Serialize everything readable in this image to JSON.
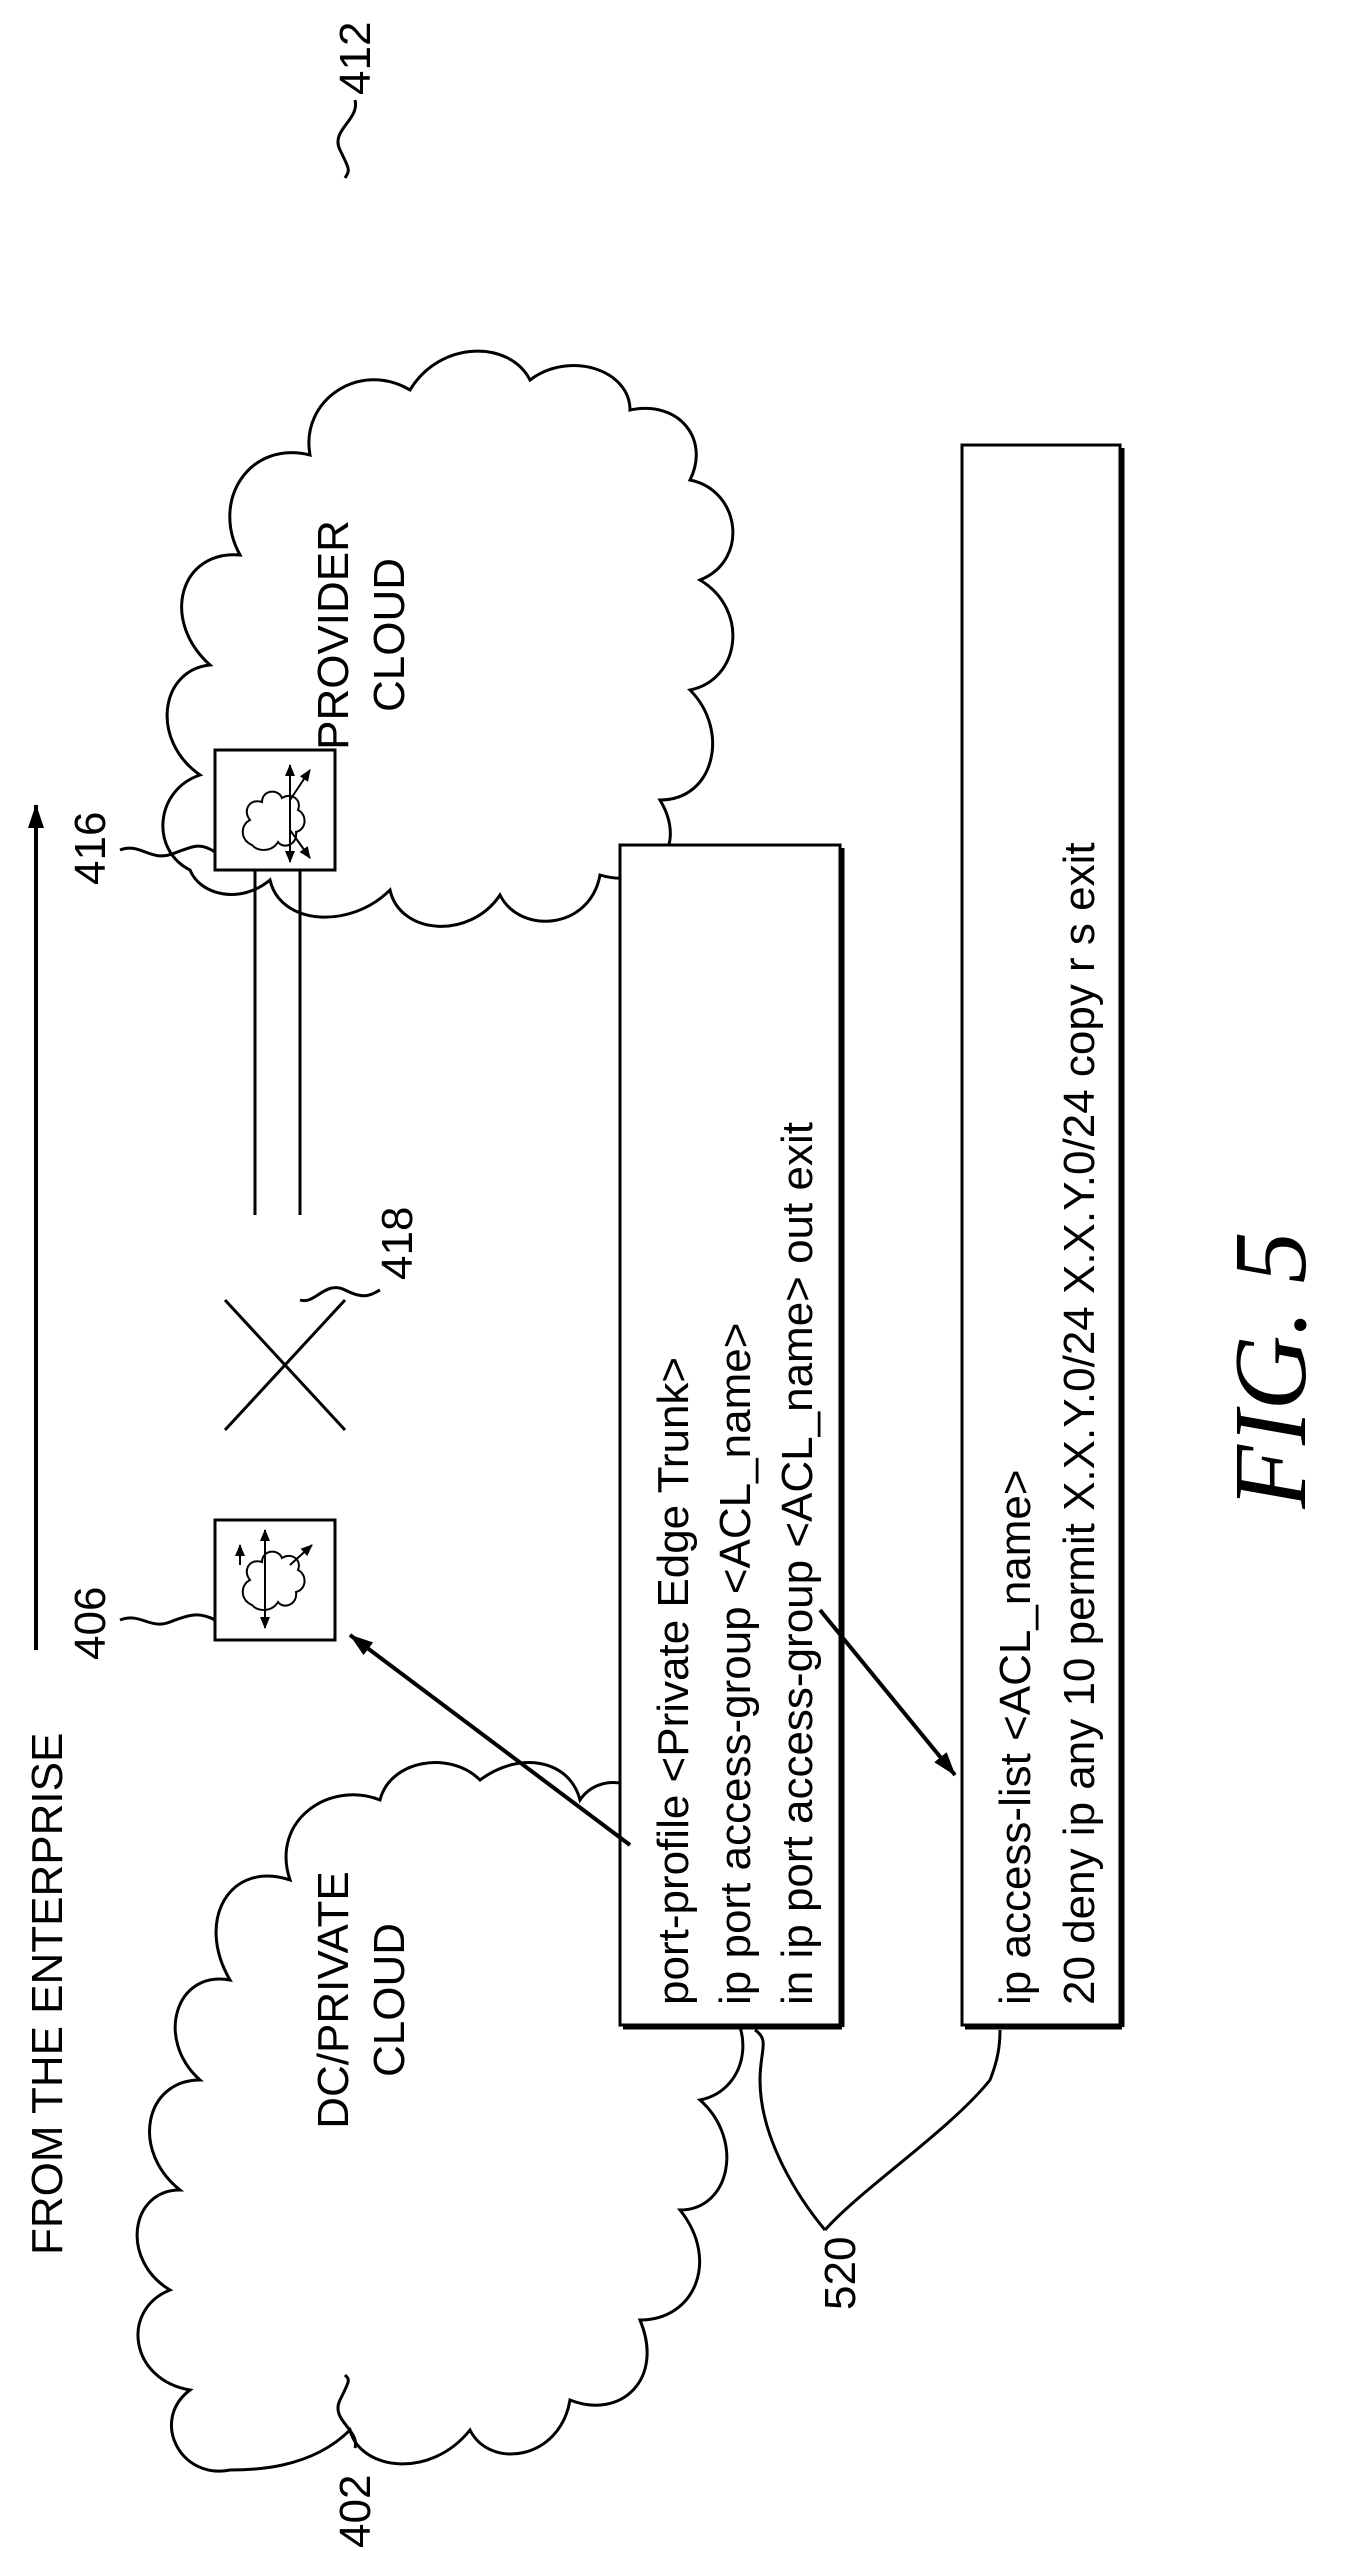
{
  "diagram": {
    "direction_label": "FROM THE ENTERPRISE",
    "clouds": {
      "private": {
        "ref": "402",
        "label_line1": "DC/PRIVATE",
        "label_line2": "CLOUD"
      },
      "provider": {
        "ref": "412",
        "label_line1": "PROVIDER",
        "label_line2": "CLOUD"
      }
    },
    "edge_devices": {
      "private_edge": {
        "ref": "406"
      },
      "provider_edge": {
        "ref": "416"
      }
    },
    "link": {
      "ref": "418"
    },
    "config_group": {
      "ref": "520"
    },
    "config_box_1": {
      "line1": "port-profile <Private Edge Trunk>",
      "line2": "ip port access-group <ACL_name>",
      "line3": "in ip port access-group <ACL_name> out exit"
    },
    "config_box_2": {
      "line1": "ip access-list <ACL_name>",
      "line2": "20 deny ip any 10 permit X.X.Y.0/24 X.X.Y.0/24 copy r s exit"
    },
    "figure_label": "FIG. 5"
  }
}
